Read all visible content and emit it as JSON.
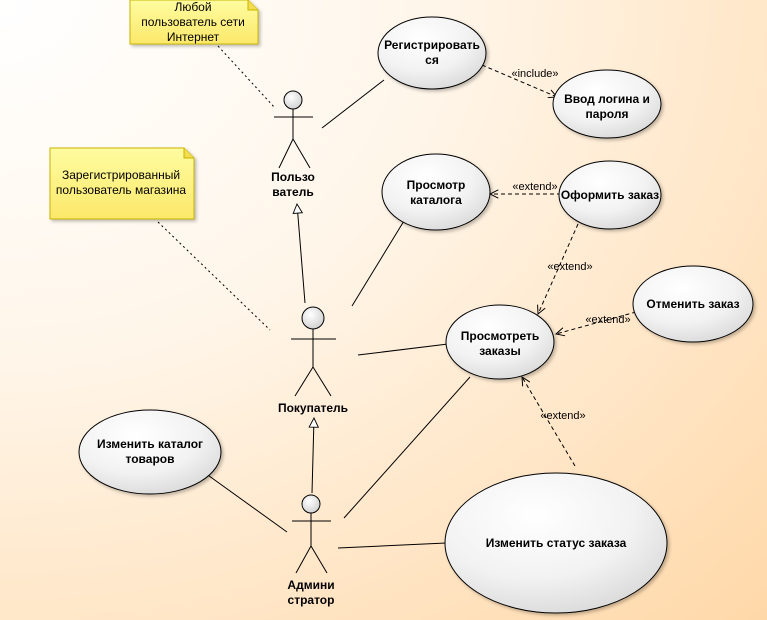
{
  "notes": {
    "internet_user": [
      "Любой",
      "пользователь сети",
      "Интернет"
    ],
    "registered_user": [
      "Зарегистрированный",
      "пользователь магазина"
    ]
  },
  "actors": {
    "user": [
      "Пользо",
      "ватель"
    ],
    "buyer": [
      "Покупатель"
    ],
    "admin": [
      "Админи",
      "стратор"
    ]
  },
  "use_cases": {
    "register": [
      "Регистрировать",
      "ся"
    ],
    "login": [
      "Ввод логина и",
      "пароля"
    ],
    "browse_catalog": [
      "Просмотр",
      "каталога"
    ],
    "place_order": [
      "Оформить заказ"
    ],
    "view_orders": [
      "Просмотреть",
      "заказы"
    ],
    "cancel_order": [
      "Отменить заказ"
    ],
    "edit_catalog": [
      "Изменить каталог",
      "товаров"
    ],
    "change_status": [
      "Изменить статус заказа"
    ]
  },
  "stereotypes": {
    "include": "«include»",
    "extend": "«extend»"
  }
}
